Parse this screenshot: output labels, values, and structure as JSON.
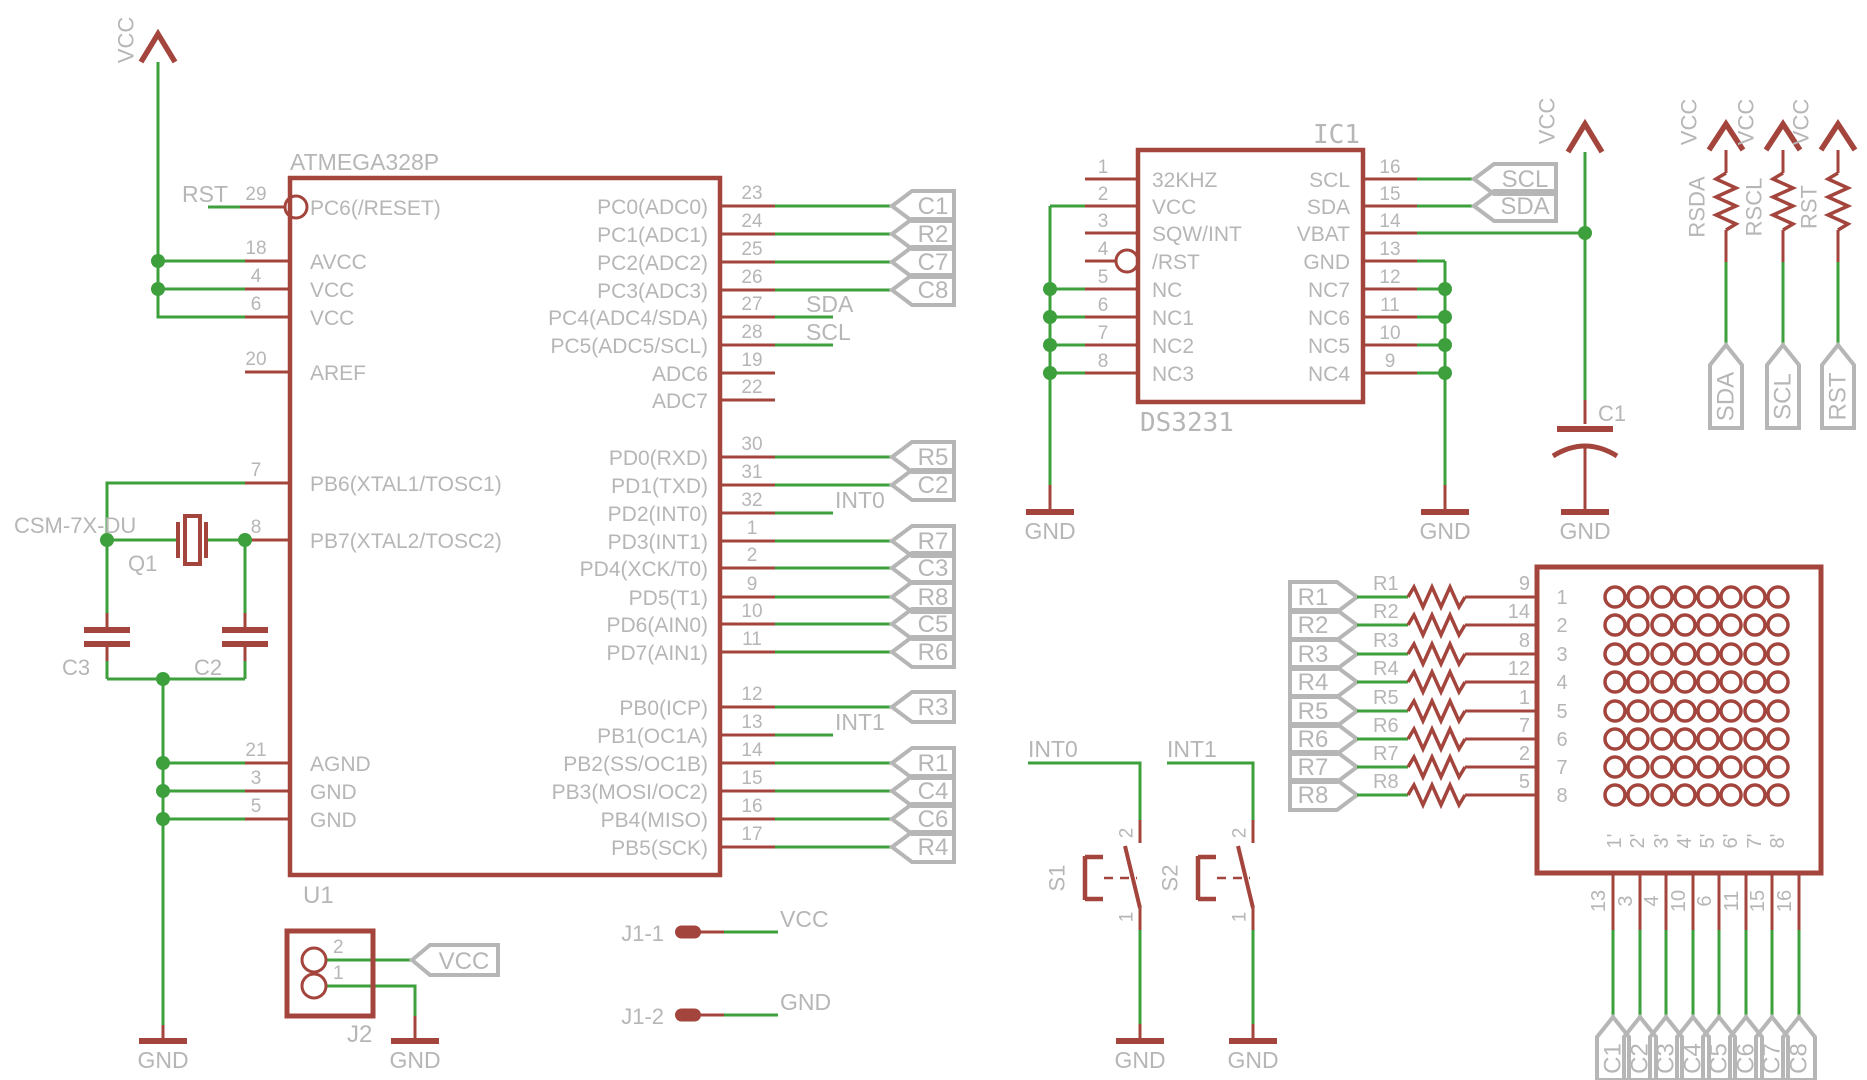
{
  "colors": {
    "component": "#a3453c",
    "net": "#3da03d",
    "label": "#b6b6b6"
  },
  "power": {
    "vcc": "VCC",
    "gnd": "GND"
  },
  "u1": {
    "title": "ATMEGA328P",
    "refdes": "U1",
    "rst_net": "RST",
    "left_pins": [
      {
        "num": "29",
        "name": "PC6(/RESET)"
      },
      {
        "num": "18",
        "name": "AVCC"
      },
      {
        "num": "4",
        "name": "VCC"
      },
      {
        "num": "6",
        "name": "VCC"
      },
      {
        "num": "20",
        "name": "AREF"
      },
      {
        "num": "7",
        "name": "PB6(XTAL1/TOSC1)"
      },
      {
        "num": "8",
        "name": "PB7(XTAL2/TOSC2)"
      },
      {
        "num": "21",
        "name": "AGND"
      },
      {
        "num": "3",
        "name": "GND"
      },
      {
        "num": "5",
        "name": "GND"
      }
    ],
    "right_pins": [
      {
        "num": "23",
        "name": "PC0(ADC0)",
        "tag": "C1"
      },
      {
        "num": "24",
        "name": "PC1(ADC1)",
        "tag": "R2"
      },
      {
        "num": "25",
        "name": "PC2(ADC2)",
        "tag": "C7"
      },
      {
        "num": "26",
        "name": "PC3(ADC3)",
        "tag": "C8"
      },
      {
        "num": "27",
        "name": "PC4(ADC4/SDA)",
        "net": "SDA"
      },
      {
        "num": "28",
        "name": "PC5(ADC5/SCL)",
        "net": "SCL"
      },
      {
        "num": "19",
        "name": "ADC6"
      },
      {
        "num": "22",
        "name": "ADC7"
      },
      {
        "num": "30",
        "name": "PD0(RXD)",
        "tag": "R5"
      },
      {
        "num": "31",
        "name": "PD1(TXD)",
        "tag": "C2"
      },
      {
        "num": "32",
        "name": "PD2(INT0)",
        "net": "INT0"
      },
      {
        "num": "1",
        "name": "PD3(INT1)",
        "tag": "R7"
      },
      {
        "num": "2",
        "name": "PD4(XCK/T0)",
        "tag": "C3"
      },
      {
        "num": "9",
        "name": "PD5(T1)",
        "tag": "R8"
      },
      {
        "num": "10",
        "name": "PD6(AIN0)",
        "tag": "C5"
      },
      {
        "num": "11",
        "name": "PD7(AIN1)",
        "tag": "R6"
      },
      {
        "num": "12",
        "name": "PB0(ICP)",
        "tag": "R3"
      },
      {
        "num": "13",
        "name": "PB1(OC1A)",
        "net": "INT1"
      },
      {
        "num": "14",
        "name": "PB2(SS/OC1B)",
        "tag": "R1"
      },
      {
        "num": "15",
        "name": "PB3(MOSI/OC2)",
        "tag": "C4"
      },
      {
        "num": "16",
        "name": "PB4(MISO)",
        "tag": "C6"
      },
      {
        "num": "17",
        "name": "PB5(SCK)",
        "tag": "R4"
      }
    ]
  },
  "crystal": {
    "part": "CSM-7X-DU",
    "refdes": "Q1",
    "cap_left": "C3",
    "cap_right": "C2"
  },
  "j2": {
    "refdes": "J2",
    "pin_top": "2",
    "pin_bottom": "1",
    "net_top": "VCC"
  },
  "j1": {
    "pin1_label": "J1-1",
    "pin1_net": "VCC",
    "pin2_label": "J1-2",
    "pin2_net": "GND"
  },
  "ic1": {
    "refdes": "IC1",
    "part": "DS3231",
    "cap": "C1",
    "left_pins": [
      {
        "num": "1",
        "name": "32KHZ"
      },
      {
        "num": "2",
        "name": "VCC"
      },
      {
        "num": "3",
        "name": "SQW/INT"
      },
      {
        "num": "4",
        "name": "/RST"
      },
      {
        "num": "5",
        "name": "NC"
      },
      {
        "num": "6",
        "name": "NC1"
      },
      {
        "num": "7",
        "name": "NC2"
      },
      {
        "num": "8",
        "name": "NC3"
      }
    ],
    "right_pins": [
      {
        "num": "16",
        "name": "SCL",
        "tag": "SCL"
      },
      {
        "num": "15",
        "name": "SDA",
        "tag": "SDA"
      },
      {
        "num": "14",
        "name": "VBAT"
      },
      {
        "num": "13",
        "name": "GND"
      },
      {
        "num": "12",
        "name": "NC7"
      },
      {
        "num": "11",
        "name": "NC6"
      },
      {
        "num": "10",
        "name": "NC5"
      },
      {
        "num": "9",
        "name": "NC4"
      }
    ]
  },
  "pullups": [
    {
      "refdes": "RSDA",
      "tag": "SDA"
    },
    {
      "refdes": "RSCL",
      "tag": "SCL"
    },
    {
      "refdes": "RST",
      "tag": "RST"
    }
  ],
  "switches": [
    {
      "refdes": "S1",
      "net": "INT0",
      "pin_top": "2",
      "pin_bottom": "1"
    },
    {
      "refdes": "S2",
      "net": "INT1",
      "pin_top": "2",
      "pin_bottom": "1"
    }
  ],
  "matrix": {
    "rows": [
      {
        "tag": "R1",
        "res": "R1",
        "pin": "9",
        "row": "1"
      },
      {
        "tag": "R2",
        "res": "R2",
        "pin": "14",
        "row": "2"
      },
      {
        "tag": "R3",
        "res": "R3",
        "pin": "8",
        "row": "3"
      },
      {
        "tag": "R4",
        "res": "R4",
        "pin": "12",
        "row": "4"
      },
      {
        "tag": "R5",
        "res": "R5",
        "pin": "1",
        "row": "5"
      },
      {
        "tag": "R6",
        "res": "R6",
        "pin": "7",
        "row": "6"
      },
      {
        "tag": "R7",
        "res": "R7",
        "pin": "2",
        "row": "7"
      },
      {
        "tag": "R8",
        "res": "R8",
        "pin": "5",
        "row": "8"
      }
    ],
    "cols": [
      {
        "col": "1'",
        "pin": "13",
        "tag": "C1"
      },
      {
        "col": "2'",
        "pin": "3",
        "tag": "C2"
      },
      {
        "col": "3'",
        "pin": "4",
        "tag": "C3"
      },
      {
        "col": "4'",
        "pin": "10",
        "tag": "C4"
      },
      {
        "col": "5'",
        "pin": "6",
        "tag": "C5"
      },
      {
        "col": "6'",
        "pin": "11",
        "tag": "C6"
      },
      {
        "col": "7'",
        "pin": "15",
        "tag": "C7"
      },
      {
        "col": "8'",
        "pin": "16",
        "tag": "C8"
      }
    ]
  }
}
